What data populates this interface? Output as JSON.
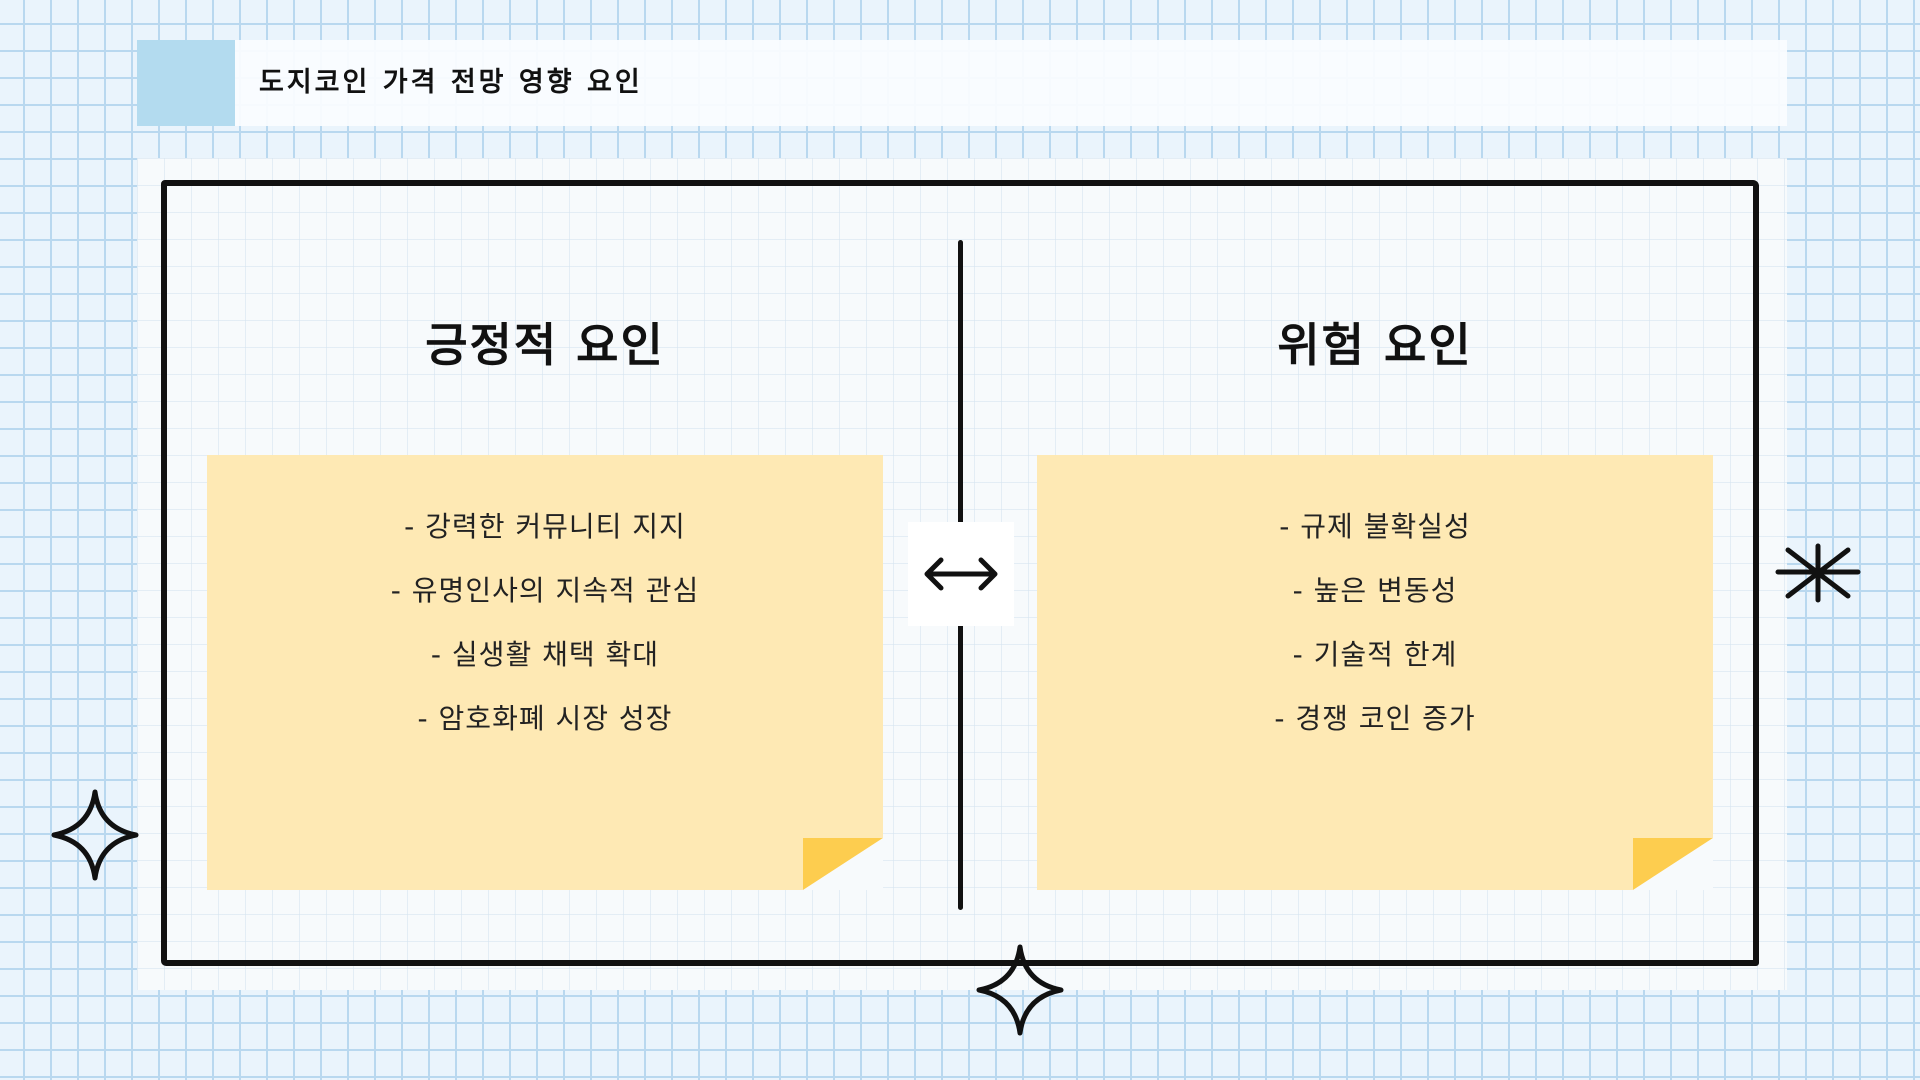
{
  "slide": {
    "title": "도지코인 가격 전망 영향 요인",
    "colors": {
      "grid_background": "#eaf4fc",
      "grid_lines": "#b9d8ef",
      "title_swatch": "#b3dbef",
      "sticky_note": "#fee9b4",
      "note_fold": "#fdcd4f",
      "ink": "#111111"
    }
  },
  "positive": {
    "heading": "긍정적 요인",
    "items": [
      "- 강력한 커뮤니티 지지",
      "- 유명인사의 지속적 관심",
      "- 실생활 채택 확대",
      "- 암호화폐 시장 성장"
    ]
  },
  "risk": {
    "heading": "위험 요인",
    "items": [
      "- 규제 불확실성",
      "- 높은 변동성",
      "- 기술적 한계",
      "- 경쟁 코인 증가"
    ]
  },
  "icons": {
    "center": "left-right-arrow-icon",
    "decorations": [
      "four-point-star-icon",
      "four-point-star-icon",
      "asterisk-icon"
    ]
  }
}
